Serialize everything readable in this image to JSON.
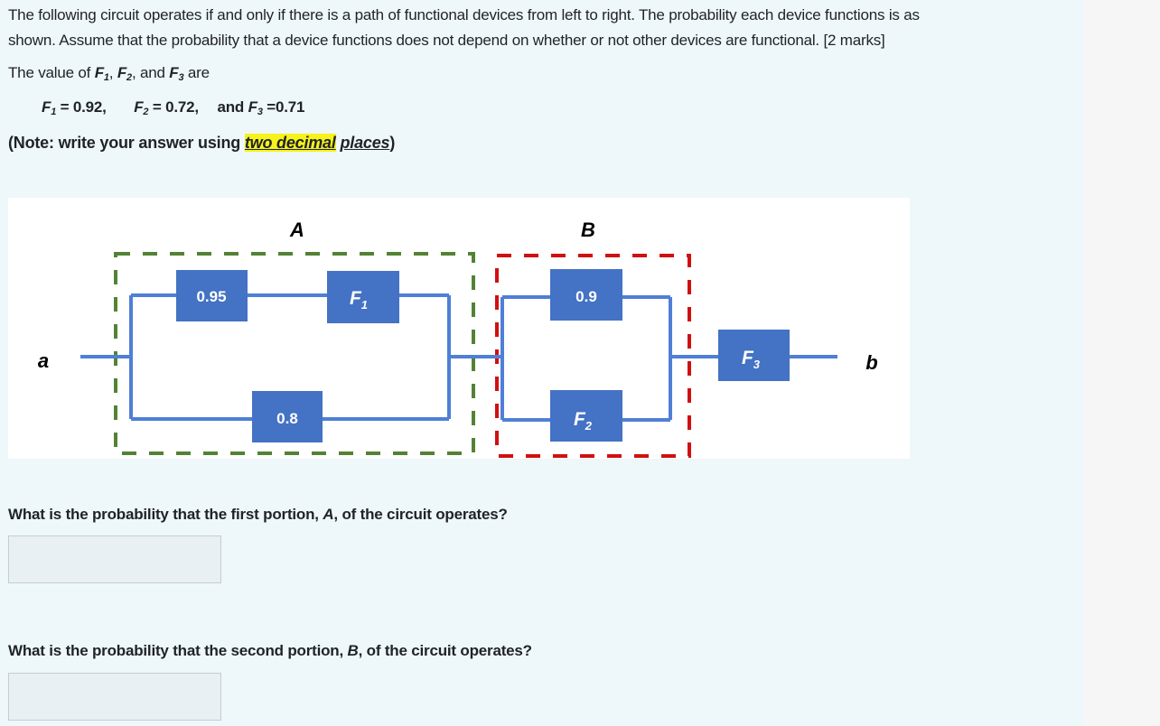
{
  "intro": {
    "line1": "The following circuit operates if and only if there is a path of functional devices from left to right. The probability each device functions is as",
    "line2": "shown. Assume that the probability that a device functions does not depend on whether or not other devices are functional.  [2 marks]",
    "values_lead": "The value of ",
    "values_tail": " are",
    "f1_label": "F",
    "f1_sub": "1",
    "f2_label": "F",
    "f2_sub": "2",
    "f3_label": "F",
    "f3_sub": "3",
    "comma": ", ",
    "and": ", and "
  },
  "values": {
    "f1": "= 0.92,",
    "f2": "= 0.72,",
    "and_text": "and ",
    "f3": "=0.71"
  },
  "note": {
    "prefix": "(Note: write your answer using ",
    "highlight": "two decimal",
    "space": " ",
    "tail_link": "places",
    "suffix": ")"
  },
  "diagram": {
    "label_a": "a",
    "label_b": "b",
    "section_a": "A",
    "section_b": "B",
    "devices": [
      {
        "id": "d095",
        "label": "0.95"
      },
      {
        "id": "dF1",
        "label": "F",
        "sub": "1"
      },
      {
        "id": "d08",
        "label": "0.8"
      },
      {
        "id": "d09",
        "label": "0.9"
      },
      {
        "id": "dF2",
        "label": "F",
        "sub": "2"
      },
      {
        "id": "dF3",
        "label": "F",
        "sub": "3"
      }
    ],
    "colors": {
      "device_fill": "#4472c4",
      "wire": "#4f7fd6",
      "section_a_border": "#548235",
      "section_b_border": "#d01010"
    }
  },
  "questions": [
    {
      "text": "What is the probability that the first portion, ",
      "var": "A",
      "tail": ", of the circuit operates?",
      "answer_value": ""
    },
    {
      "text": "What is the probability that the second portion, ",
      "var": "B",
      "tail": ", of the circuit operates?",
      "answer_value": ""
    }
  ]
}
